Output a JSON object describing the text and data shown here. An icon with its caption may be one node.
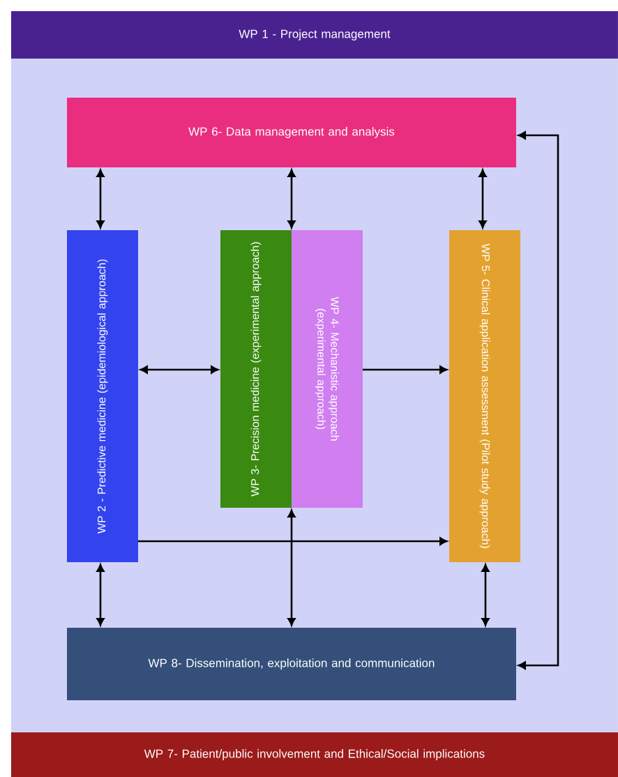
{
  "diagram": {
    "nodes": [
      {
        "text": [
          "WP 1 - Project management"
        ]
      },
      {
        "text": [
          "WP 6- Data management and analysis"
        ]
      },
      {
        "text": [
          "WP 2 - Predictive medicine (epidemiological approach)"
        ]
      },
      {
        "text": [
          "WP 3- Precision medicine (experimental approach)"
        ]
      },
      {
        "text": [
          "WP 4- Mechanistic approach (experimental approach)"
        ]
      },
      {
        "text": [
          "WP 5- Clinical application assessment (Pilot study approach)"
        ]
      },
      {
        "text": [
          "WP 8- Dissemination, exploitation and communication"
        ]
      },
      {
        "text": [
          "WP 7- Patient/public involvement and Ethical/Social implications"
        ]
      }
    ],
    "edges": [
      {
        "from": 1,
        "to": 2,
        "arrow": "both"
      },
      {
        "from": 1,
        "to": 3,
        "arrow": "both"
      },
      {
        "from": 1,
        "to": 5,
        "arrow": "both"
      },
      {
        "from": 2,
        "to": 3,
        "arrow": "both"
      },
      {
        "from": 4,
        "to": 5,
        "arrow": "to"
      },
      {
        "from": 2,
        "to": 5,
        "arrow": "to"
      },
      {
        "from": 3,
        "to": 6,
        "arrow": "both"
      },
      {
        "from": 2,
        "to": 6,
        "arrow": "both"
      },
      {
        "from": 5,
        "to": 6,
        "arrow": "both"
      },
      {
        "from": 6,
        "to": 1,
        "arrow": "both"
      }
    ]
  }
}
